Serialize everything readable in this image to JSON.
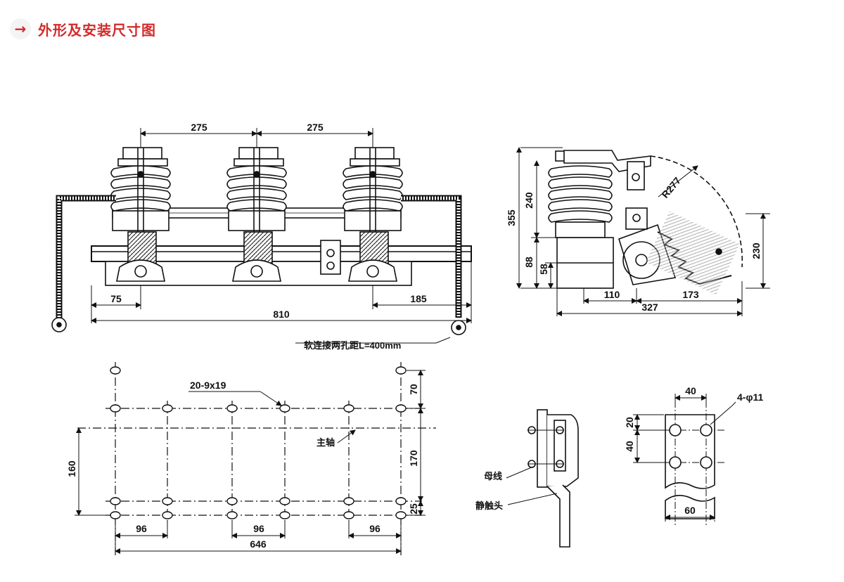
{
  "header": {
    "title": "外形及安装尺寸图",
    "icon": "arrow-right-icon",
    "accent": "#d32b2b"
  },
  "front_view": {
    "dim_pitch_1": "275",
    "dim_pitch_2": "275",
    "dim_left": "75",
    "dim_right": "185",
    "dim_total": "810",
    "callout_flex": "软连接两孔距L=400mm"
  },
  "side_view": {
    "dim_height_total": "355",
    "dim_insulator": "240",
    "dim_base": "88",
    "dim_base_inner": "58",
    "dim_radius": "R277",
    "dim_right_height": "230",
    "dim_110": "110",
    "dim_173": "173",
    "dim_327": "327"
  },
  "mounting_plan": {
    "callout_holes": "20-9x19",
    "callout_shaft": "主轴",
    "dim_70": "70",
    "dim_170": "170",
    "dim_25": "25",
    "dim_160": "160",
    "dim_96_a": "96",
    "dim_96_b": "96",
    "dim_96_c": "96",
    "dim_646": "646"
  },
  "contact_detail": {
    "label_busbar": "母线",
    "label_static_contact": "静触头"
  },
  "terminal_detail": {
    "dim_40_top": "40",
    "callout_holes": "4-φ11",
    "dim_20": "20",
    "dim_40_side": "40",
    "dim_60": "60"
  }
}
